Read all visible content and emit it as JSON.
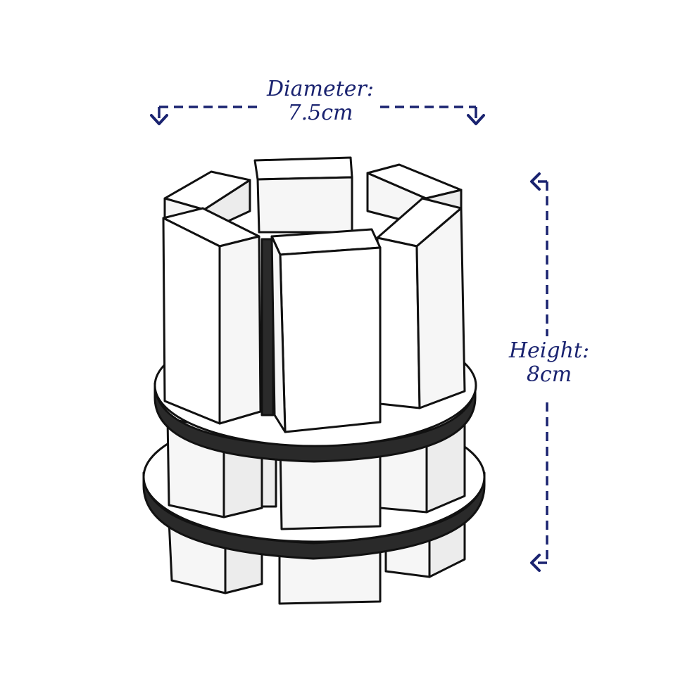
{
  "colors": {
    "dimension_ink": "#1a2370",
    "sketch_ink": "#111111",
    "background": "#ffffff"
  },
  "labels": {
    "diameter_title": "Diameter:",
    "diameter_value": "7.5cm",
    "height_title": "Height:",
    "height_value": "8cm"
  }
}
